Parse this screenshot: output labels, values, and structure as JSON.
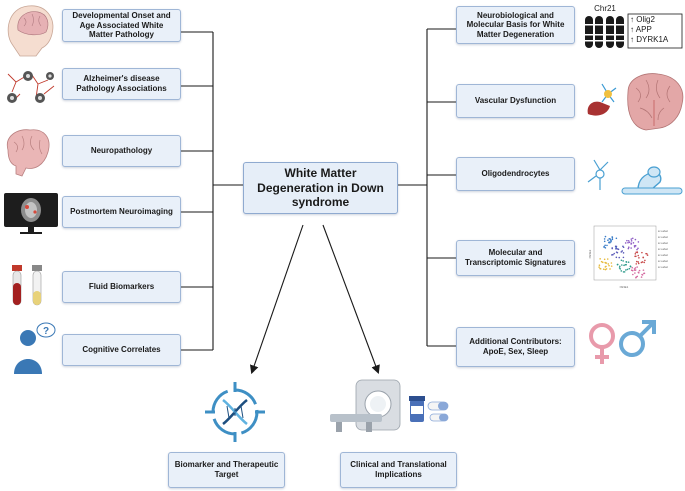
{
  "center": {
    "label": "White Matter Degeneration in Down syndrome"
  },
  "left_nodes": [
    {
      "label": "Developmental Onset and Age Associated White Matter Pathology",
      "icon": "brain-infant-icon"
    },
    {
      "label": "Alzheimer's disease Pathology Associations",
      "icon": "plaques-neurons-icon"
    },
    {
      "label": "Neuropathology",
      "icon": "brain-tissue-icon"
    },
    {
      "label": "Postmortem Neuroimaging",
      "icon": "mri-monitor-icon"
    },
    {
      "label": "Fluid Biomarkers",
      "icon": "blood-tubes-icon"
    },
    {
      "label": "Cognitive Correlates",
      "icon": "person-question-icon"
    }
  ],
  "right_nodes": [
    {
      "label": "Neurobiological and Molecular Basis for White Matter Degeneration",
      "icon": "chromosome-icon"
    },
    {
      "label": "Vascular Dysfunction",
      "icon": "vascular-brain-icon"
    },
    {
      "label": "Oligodendrocytes",
      "icon": "oligodendrocyte-icon"
    },
    {
      "label": "Molecular and Transcriptomic Signatures",
      "icon": "tsne-plot-icon"
    },
    {
      "label": "Additional Contributors: ApoE, Sex, Sleep",
      "icon": "sex-symbols-icon"
    }
  ],
  "bottom_nodes": [
    {
      "label": "Biomarker and Therapeutic Target",
      "icon": "dna-target-icon"
    },
    {
      "label": "Clinical and Translational Implications",
      "icon": "mri-scanner-pills-icon"
    }
  ],
  "chromosome_panel": {
    "title": "Chr21",
    "genes": [
      "Olig2",
      "APP",
      "DYRK1A"
    ],
    "arrow": "↑"
  },
  "colors": {
    "box_fill": "#e9f0f9",
    "box_border": "#9fb6d6",
    "connector": "#1a1a1a",
    "female_symbol": "#e89aab",
    "male_symbol": "#6aa9d6",
    "person": "#3a78b5",
    "dna_target": "#3e8fc4"
  }
}
